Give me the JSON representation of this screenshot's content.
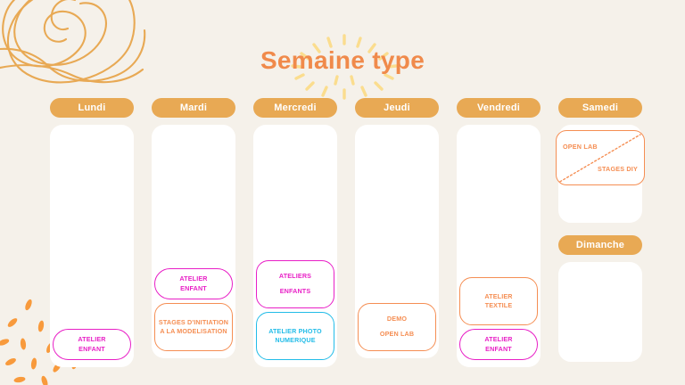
{
  "page": {
    "title": "Semaine type",
    "background_color": "#F5F1EA",
    "title_color": "#F08A4B",
    "pill_color": "#E8A954",
    "accent_magenta": "#E81FC6",
    "accent_orange": "#F58E53",
    "accent_cyan": "#22BCE8"
  },
  "decorations": {
    "topo_lines": "topographic-contour-lines",
    "confetti": "scattered-orange-dashes",
    "sunburst": "yellow-radial-burst"
  },
  "days": [
    {
      "id": "lundi",
      "label": "Lundi",
      "events": [
        {
          "color": "magenta",
          "shape": "pill",
          "lines": [
            "ATELIER",
            "ENFANT"
          ]
        }
      ]
    },
    {
      "id": "mardi",
      "label": "Mardi",
      "events": [
        {
          "color": "magenta",
          "shape": "pill",
          "lines": [
            "ATELIER",
            "ENFANT"
          ]
        },
        {
          "color": "orange",
          "shape": "rounded",
          "lines": [
            "STAGES D'INITIATION",
            "A LA MODELISATION"
          ]
        }
      ]
    },
    {
      "id": "mercredi",
      "label": "Mercredi",
      "events": [
        {
          "color": "magenta",
          "shape": "rounded",
          "spaced": true,
          "lines": [
            "ATELIERS",
            "ENFANTS"
          ]
        },
        {
          "color": "cyan",
          "shape": "rounded",
          "lines": [
            "ATELIER PHOTO",
            "NUMERIQUE"
          ]
        }
      ]
    },
    {
      "id": "jeudi",
      "label": "Jeudi",
      "events": [
        {
          "color": "orange",
          "shape": "rounded",
          "spaced": true,
          "lines": [
            "DEMO",
            "OPEN LAB"
          ]
        }
      ]
    },
    {
      "id": "vendredi",
      "label": "Vendredi",
      "events": [
        {
          "color": "orange",
          "shape": "rounded",
          "lines": [
            "ATELIER",
            "TEXTILE"
          ]
        },
        {
          "color": "magenta",
          "shape": "pill",
          "lines": [
            "ATELIER",
            "ENFANT"
          ]
        }
      ]
    },
    {
      "id": "samedi",
      "label": "Samedi",
      "split_event": {
        "color": "orange",
        "divider": "dotted-diagonal",
        "top_left": "OPEN LAB",
        "bottom_right": "STAGES DIY"
      }
    },
    {
      "id": "dimanche",
      "label": "Dimanche",
      "events": []
    }
  ]
}
